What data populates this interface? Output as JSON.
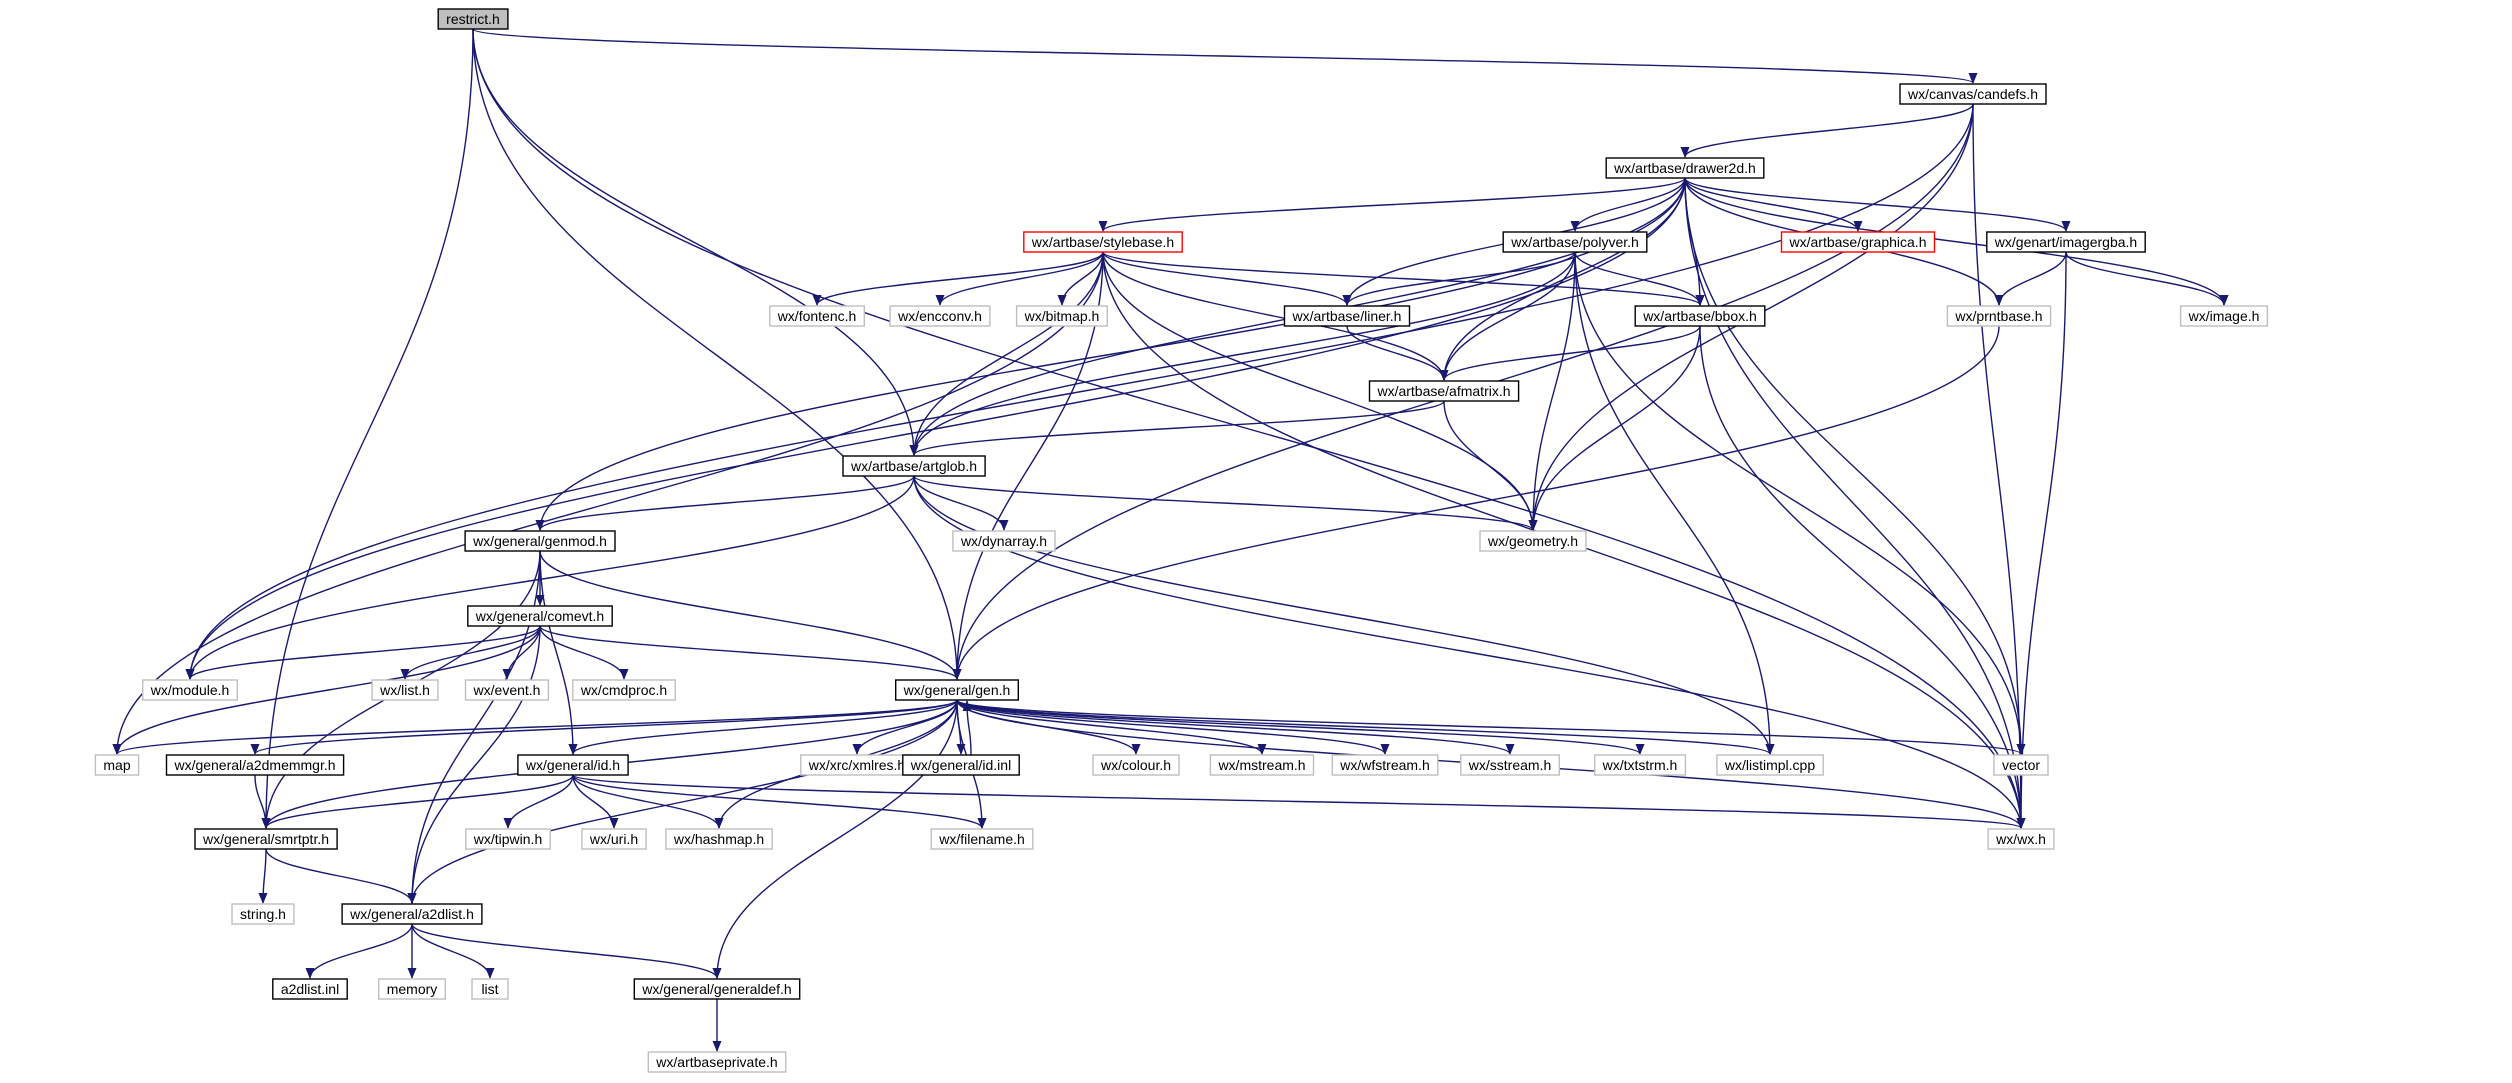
{
  "styles": {
    "edge_color": "#191970",
    "root_fill": "#bfbfbf",
    "documented_border": "#000000",
    "undocumented_border": "#bfbfbf",
    "truncated_border": "#ff0000"
  },
  "nodes": {
    "restrict": {
      "label": "restrict.h",
      "kind": "root"
    },
    "candefs": {
      "label": "wx/canvas/candefs.h",
      "kind": "documented"
    },
    "drawer2d": {
      "label": "wx/artbase/drawer2d.h",
      "kind": "documented"
    },
    "stylebase": {
      "label": "wx/artbase/stylebase.h",
      "kind": "truncated"
    },
    "polyver": {
      "label": "wx/artbase/polyver.h",
      "kind": "documented"
    },
    "graphica": {
      "label": "wx/artbase/graphica.h",
      "kind": "truncated"
    },
    "imagergba": {
      "label": "wx/genart/imagergba.h",
      "kind": "documented"
    },
    "fontenc": {
      "label": "wx/fontenc.h",
      "kind": "system"
    },
    "encconv": {
      "label": "wx/encconv.h",
      "kind": "system"
    },
    "bitmap": {
      "label": "wx/bitmap.h",
      "kind": "system"
    },
    "liner": {
      "label": "wx/artbase/liner.h",
      "kind": "documented"
    },
    "bbox": {
      "label": "wx/artbase/bbox.h",
      "kind": "documented"
    },
    "prntbase": {
      "label": "wx/prntbase.h",
      "kind": "system"
    },
    "image": {
      "label": "wx/image.h",
      "kind": "system"
    },
    "afmatrix": {
      "label": "wx/artbase/afmatrix.h",
      "kind": "documented"
    },
    "artglob": {
      "label": "wx/artbase/artglob.h",
      "kind": "documented"
    },
    "genmod": {
      "label": "wx/general/genmod.h",
      "kind": "documented"
    },
    "dynarray": {
      "label": "wx/dynarray.h",
      "kind": "system"
    },
    "geometry": {
      "label": "wx/geometry.h",
      "kind": "system"
    },
    "comevt": {
      "label": "wx/general/comevt.h",
      "kind": "documented"
    },
    "module": {
      "label": "wx/module.h",
      "kind": "system"
    },
    "list_h": {
      "label": "wx/list.h",
      "kind": "system"
    },
    "event": {
      "label": "wx/event.h",
      "kind": "system"
    },
    "cmdproc": {
      "label": "wx/cmdproc.h",
      "kind": "system"
    },
    "gen": {
      "label": "wx/general/gen.h",
      "kind": "documented"
    },
    "map": {
      "label": "map",
      "kind": "system"
    },
    "a2dmemmgr": {
      "label": "wx/general/a2dmemmgr.h",
      "kind": "documented"
    },
    "id_h": {
      "label": "wx/general/id.h",
      "kind": "documented"
    },
    "xmlres": {
      "label": "wx/xrc/xmlres.h",
      "kind": "system"
    },
    "id_inl": {
      "label": "wx/general/id.inl",
      "kind": "documented"
    },
    "colour": {
      "label": "wx/colour.h",
      "kind": "system"
    },
    "mstream": {
      "label": "wx/mstream.h",
      "kind": "system"
    },
    "wfstream": {
      "label": "wx/wfstream.h",
      "kind": "system"
    },
    "sstream": {
      "label": "wx/sstream.h",
      "kind": "system"
    },
    "txtstrm": {
      "label": "wx/txtstrm.h",
      "kind": "system"
    },
    "listimpl": {
      "label": "wx/listimpl.cpp",
      "kind": "system"
    },
    "vector": {
      "label": "vector",
      "kind": "system"
    },
    "smrtptr": {
      "label": "wx/general/smrtptr.h",
      "kind": "documented"
    },
    "tipwin": {
      "label": "wx/tipwin.h",
      "kind": "system"
    },
    "uri": {
      "label": "wx/uri.h",
      "kind": "system"
    },
    "hashmap": {
      "label": "wx/hashmap.h",
      "kind": "system"
    },
    "filename": {
      "label": "wx/filename.h",
      "kind": "system"
    },
    "wx": {
      "label": "wx/wx.h",
      "kind": "system"
    },
    "string": {
      "label": "string.h",
      "kind": "system"
    },
    "a2dlist": {
      "label": "wx/general/a2dlist.h",
      "kind": "documented"
    },
    "a2dlist_inl": {
      "label": "a2dlist.inl",
      "kind": "documented"
    },
    "memory": {
      "label": "memory",
      "kind": "system"
    },
    "list": {
      "label": "list",
      "kind": "system"
    },
    "generaldef": {
      "label": "wx/general/generaldef.h",
      "kind": "documented"
    },
    "artbaseprivate": {
      "label": "wx/artbaseprivate.h",
      "kind": "system"
    }
  },
  "edges": [
    [
      "restrict",
      "candefs"
    ],
    [
      "restrict",
      "wx"
    ],
    [
      "restrict",
      "artglob"
    ],
    [
      "restrict",
      "gen"
    ],
    [
      "restrict",
      "smrtptr"
    ],
    [
      "candefs",
      "drawer2d"
    ],
    [
      "candefs",
      "module"
    ],
    [
      "candefs",
      "geometry"
    ],
    [
      "candefs",
      "gen"
    ],
    [
      "candefs",
      "wx"
    ],
    [
      "drawer2d",
      "stylebase"
    ],
    [
      "drawer2d",
      "polyver"
    ],
    [
      "drawer2d",
      "graphica"
    ],
    [
      "drawer2d",
      "imagergba"
    ],
    [
      "drawer2d",
      "liner"
    ],
    [
      "drawer2d",
      "bbox"
    ],
    [
      "drawer2d",
      "prntbase"
    ],
    [
      "drawer2d",
      "image"
    ],
    [
      "drawer2d",
      "afmatrix"
    ],
    [
      "drawer2d",
      "artglob"
    ],
    [
      "drawer2d",
      "genmod"
    ],
    [
      "drawer2d",
      "module"
    ],
    [
      "drawer2d",
      "vector"
    ],
    [
      "drawer2d",
      "wx"
    ],
    [
      "stylebase",
      "fontenc"
    ],
    [
      "stylebase",
      "encconv"
    ],
    [
      "stylebase",
      "bitmap"
    ],
    [
      "stylebase",
      "liner"
    ],
    [
      "stylebase",
      "bbox"
    ],
    [
      "stylebase",
      "afmatrix"
    ],
    [
      "stylebase",
      "artglob"
    ],
    [
      "stylebase",
      "geometry"
    ],
    [
      "stylebase",
      "gen"
    ],
    [
      "stylebase",
      "wx"
    ],
    [
      "stylebase",
      "map"
    ],
    [
      "polyver",
      "liner"
    ],
    [
      "polyver",
      "bbox"
    ],
    [
      "polyver",
      "afmatrix"
    ],
    [
      "polyver",
      "artglob"
    ],
    [
      "polyver",
      "geometry"
    ],
    [
      "polyver",
      "vector"
    ],
    [
      "polyver",
      "listimpl"
    ],
    [
      "imagergba",
      "prntbase"
    ],
    [
      "imagergba",
      "image"
    ],
    [
      "imagergba",
      "wx"
    ],
    [
      "prntbase",
      "gen"
    ],
    [
      "liner",
      "afmatrix"
    ],
    [
      "bbox",
      "afmatrix"
    ],
    [
      "bbox",
      "geometry"
    ],
    [
      "bbox",
      "wx"
    ],
    [
      "afmatrix",
      "artglob"
    ],
    [
      "afmatrix",
      "geometry"
    ],
    [
      "artglob",
      "genmod"
    ],
    [
      "artglob",
      "dynarray"
    ],
    [
      "artglob",
      "geometry"
    ],
    [
      "artglob",
      "module"
    ],
    [
      "artglob",
      "listimpl"
    ],
    [
      "artglob",
      "wx"
    ],
    [
      "genmod",
      "comevt"
    ],
    [
      "genmod",
      "gen"
    ],
    [
      "genmod",
      "smrtptr"
    ],
    [
      "genmod",
      "id_h"
    ],
    [
      "genmod",
      "a2dlist"
    ],
    [
      "comevt",
      "module"
    ],
    [
      "comevt",
      "list_h"
    ],
    [
      "comevt",
      "event"
    ],
    [
      "comevt",
      "cmdproc"
    ],
    [
      "comevt",
      "gen"
    ],
    [
      "comevt",
      "map"
    ],
    [
      "comevt",
      "a2dlist"
    ],
    [
      "gen",
      "map"
    ],
    [
      "gen",
      "a2dmemmgr"
    ],
    [
      "gen",
      "id_h"
    ],
    [
      "gen",
      "xmlres"
    ],
    [
      "gen",
      "id_inl"
    ],
    [
      "gen",
      "colour"
    ],
    [
      "gen",
      "mstream"
    ],
    [
      "gen",
      "wfstream"
    ],
    [
      "gen",
      "sstream"
    ],
    [
      "gen",
      "txtstrm"
    ],
    [
      "gen",
      "listimpl"
    ],
    [
      "gen",
      "vector"
    ],
    [
      "gen",
      "hashmap"
    ],
    [
      "gen",
      "filename"
    ],
    [
      "gen",
      "smrtptr"
    ],
    [
      "gen",
      "a2dlist"
    ],
    [
      "gen",
      "generaldef"
    ],
    [
      "gen",
      "wx"
    ],
    [
      "id_inl",
      "gen"
    ],
    [
      "a2dmemmgr",
      "smrtptr"
    ],
    [
      "id_h",
      "tipwin"
    ],
    [
      "id_h",
      "uri"
    ],
    [
      "id_h",
      "hashmap"
    ],
    [
      "id_h",
      "filename"
    ],
    [
      "id_h",
      "smrtptr"
    ],
    [
      "id_h",
      "wx"
    ],
    [
      "smrtptr",
      "string"
    ],
    [
      "smrtptr",
      "a2dlist"
    ],
    [
      "a2dlist",
      "a2dlist_inl"
    ],
    [
      "a2dlist",
      "memory"
    ],
    [
      "a2dlist",
      "list"
    ],
    [
      "a2dlist",
      "generaldef"
    ],
    [
      "generaldef",
      "artbaseprivate"
    ]
  ]
}
